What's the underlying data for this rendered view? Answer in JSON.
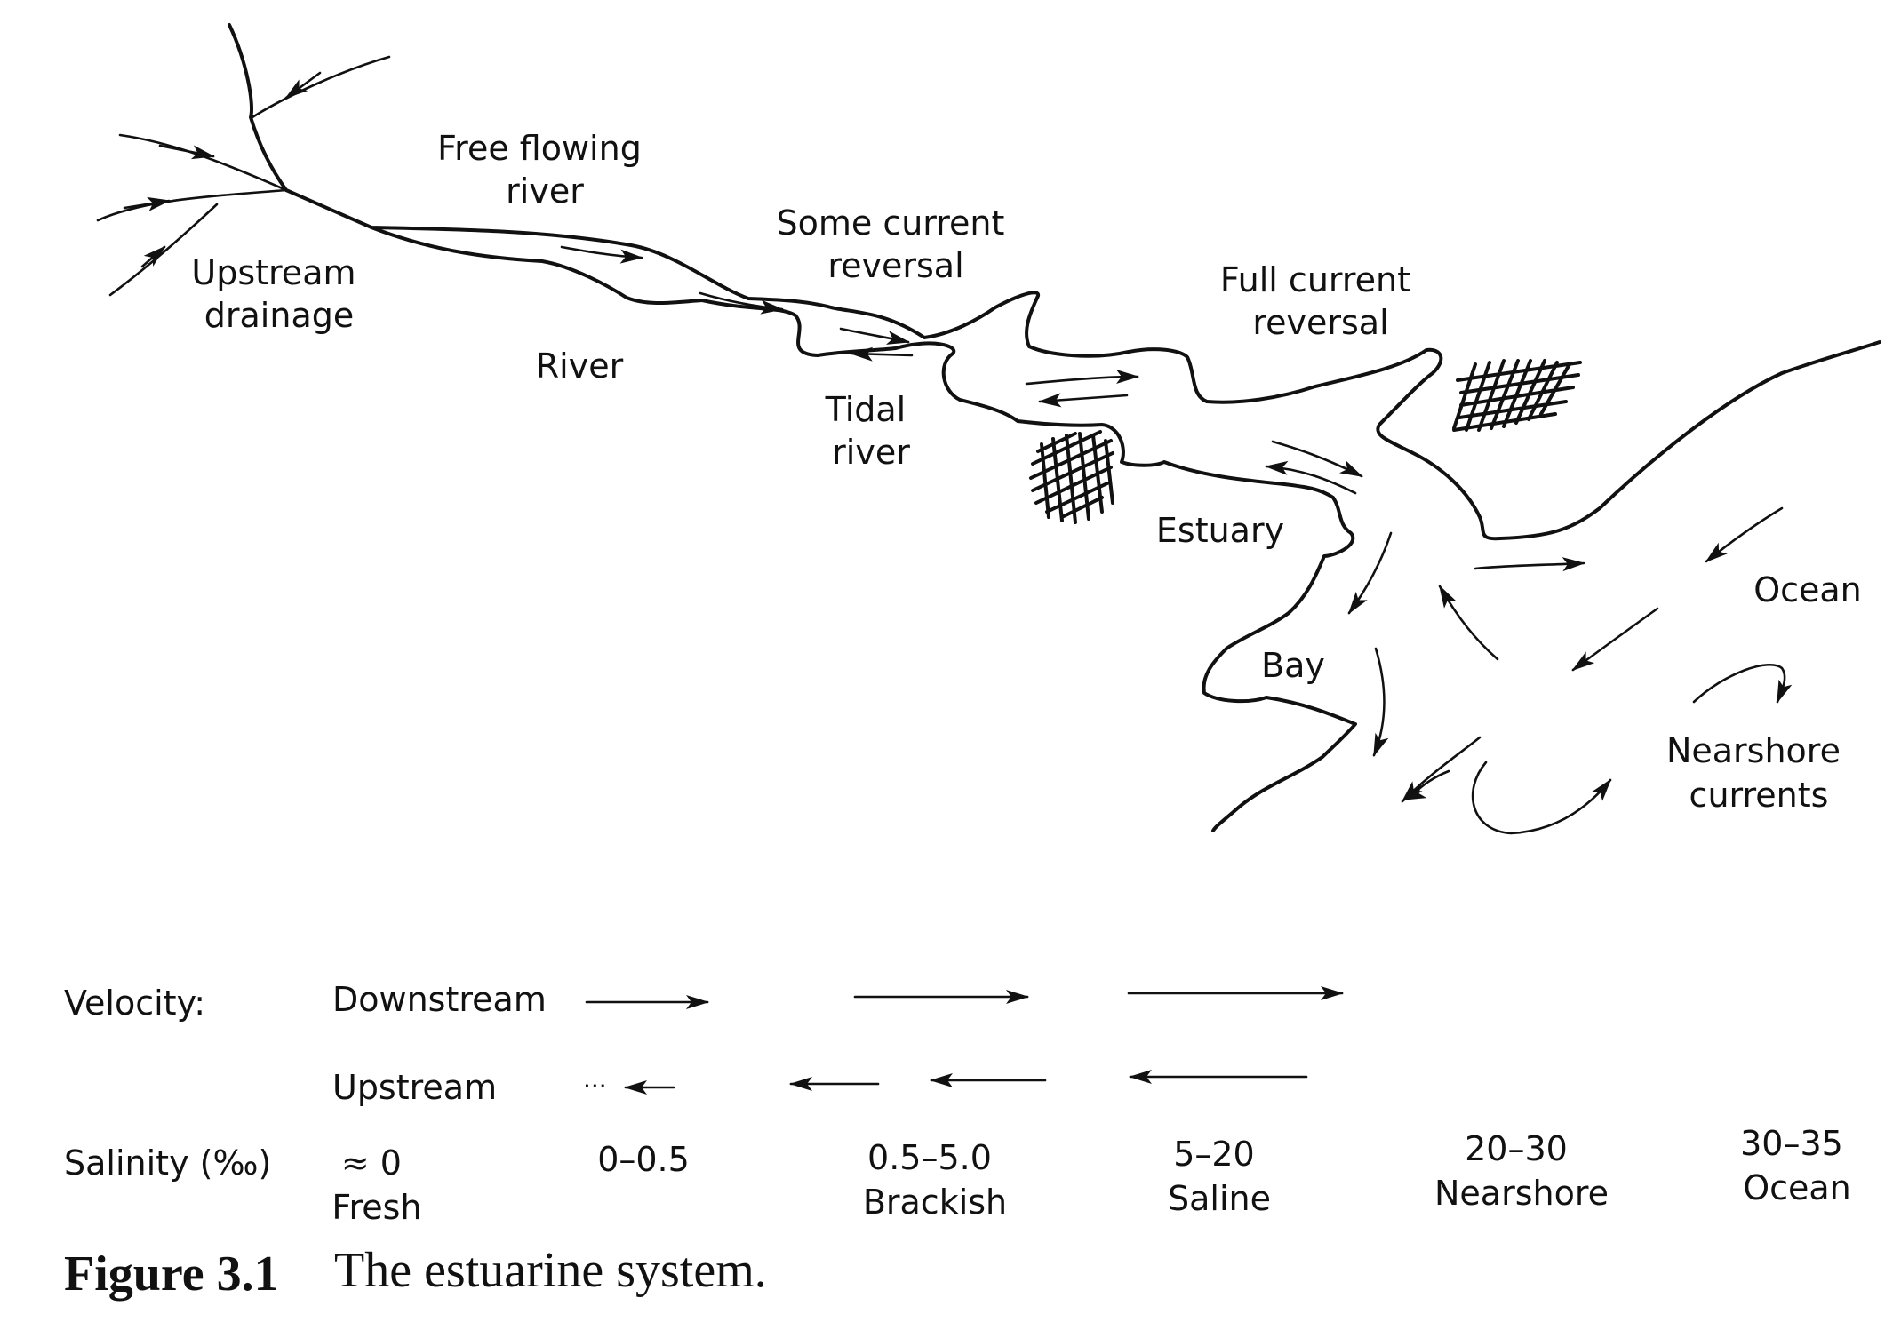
{
  "labels": {
    "upstream_drainage": [
      "Upstream",
      "drainage"
    ],
    "free_flowing_river": [
      "Free flowing",
      "river"
    ],
    "river": "River",
    "some_current_reversal": [
      "Some current",
      "reversal"
    ],
    "tidal_river": [
      "Tidal",
      "river"
    ],
    "full_current_reversal": [
      "Full current",
      "reversal"
    ],
    "estuary": "Estuary",
    "bay": "Bay",
    "ocean": "Ocean",
    "nearshore_currents": [
      "Nearshore",
      "currents"
    ]
  },
  "legend": {
    "velocity_label": "Velocity:",
    "downstream_label": "Downstream",
    "upstream_label": "Upstream",
    "salinity_label": "Salinity (‰)",
    "salinity_zones": [
      {
        "range": "≈ 0",
        "name": "Fresh"
      },
      {
        "range": "0–0.5",
        "name": ""
      },
      {
        "range": "0.5–5.0",
        "name": "Brackish"
      },
      {
        "range": "5–20",
        "name": "Saline"
      },
      {
        "range": "20–30",
        "name": "Nearshore"
      },
      {
        "range": "30–35",
        "name": "Ocean"
      }
    ]
  },
  "caption": {
    "number": "Figure 3.1",
    "text": "The estuarine system."
  }
}
